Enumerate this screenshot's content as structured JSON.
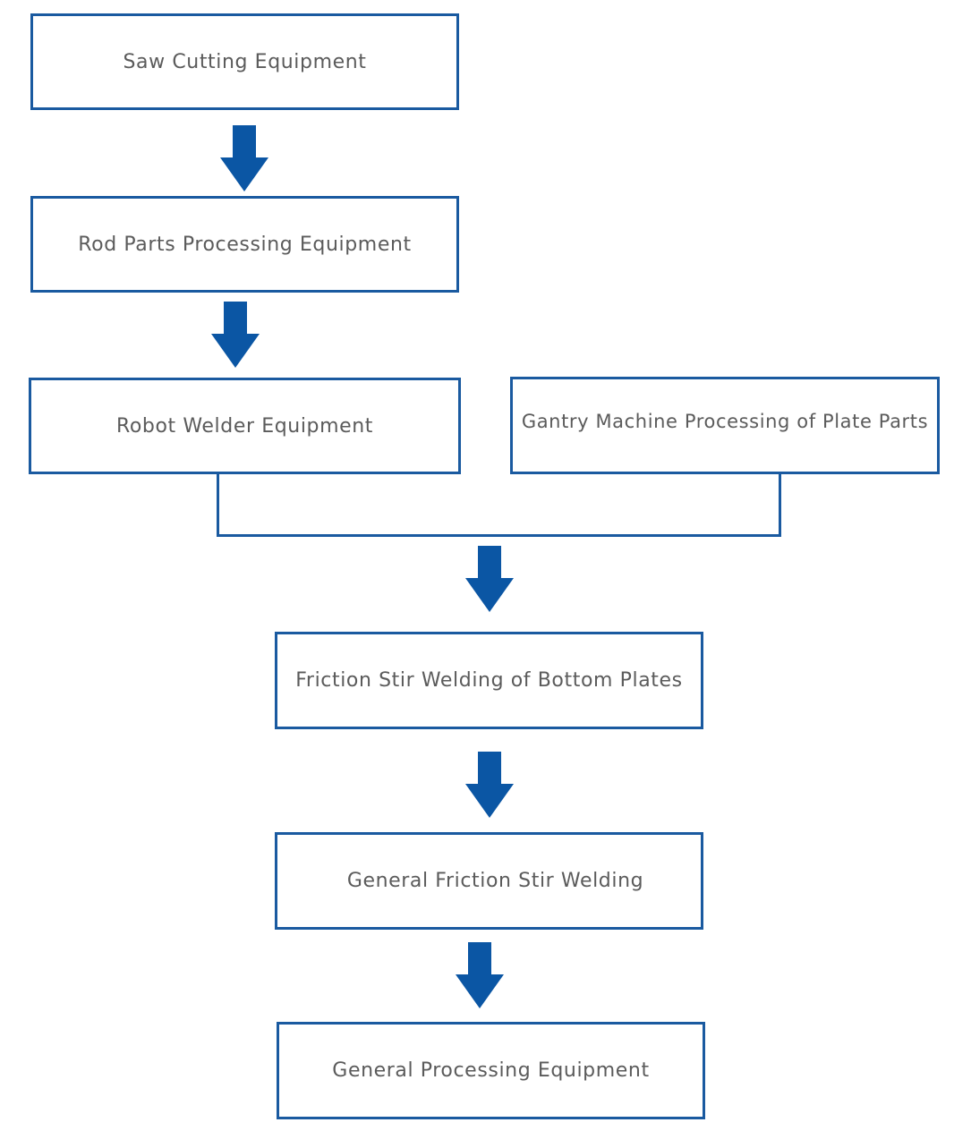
{
  "flowchart": {
    "accent_color": "#1a5aa0",
    "text_color": "#5b5b5b",
    "arrow_color": "#0b56a4",
    "steps": {
      "saw_cutting": "Saw Cutting Equipment",
      "rod_parts": "Rod Parts Processing Equipment",
      "robot_welder": "Robot Welder Equipment",
      "gantry_machine": "Gantry Machine Processing of Plate Parts",
      "friction_bottom": "Friction Stir Welding of Bottom Plates",
      "general_friction": "General Friction Stir Welding",
      "general_processing": "General Processing Equipment"
    }
  }
}
